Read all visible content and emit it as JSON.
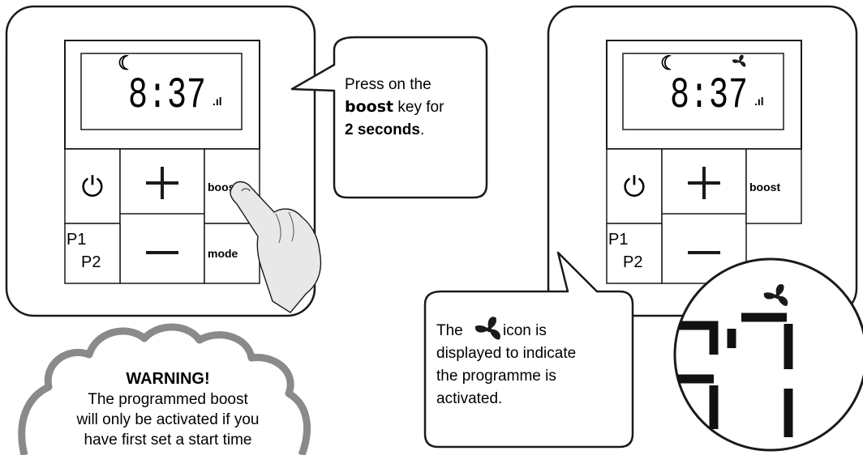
{
  "left_panel": {
    "display": {
      "moon": "☾",
      "time": "8:37",
      "signal": ".ıl"
    },
    "keys": {
      "power_symbol": "⏻",
      "plus_symbol": "+",
      "minus_symbol": "—",
      "boost_label": "boost",
      "mode_label": "mode",
      "p1_label": "P1",
      "p2_label": "P2"
    }
  },
  "right_panel": {
    "display": {
      "moon": "☾",
      "time": "8:37",
      "signal": ".ıl"
    },
    "keys": {
      "power_symbol": "⏻",
      "plus_symbol": "+",
      "minus_symbol": "—",
      "boost_label": "boost",
      "p1_label": "P1",
      "p2_label": "P2"
    }
  },
  "callout_press": {
    "line1": "Press on the",
    "line2_bold": "boost",
    "line2_rest": " key for",
    "line3_bold": "2 seconds",
    "line3_rest": "."
  },
  "callout_icon": {
    "line1_pre": "The ",
    "line1_post": " icon is",
    "line2": "displayed to indicate",
    "line3": "the programme is",
    "line4": "activated."
  },
  "warning": {
    "title": "WARNING!",
    "line1": "The programmed boost",
    "line2": "will only be activated if you",
    "line3": "have first set a start time"
  },
  "icons": {
    "fan": "fan-icon",
    "finger": "pointing-hand-icon",
    "moon": "moon-icon",
    "signal": "signal-icon"
  },
  "colors": {
    "stroke": "#1a1a1a",
    "cloud_stroke": "#8a8a8a",
    "hand_fill": "#e6e6e6"
  }
}
